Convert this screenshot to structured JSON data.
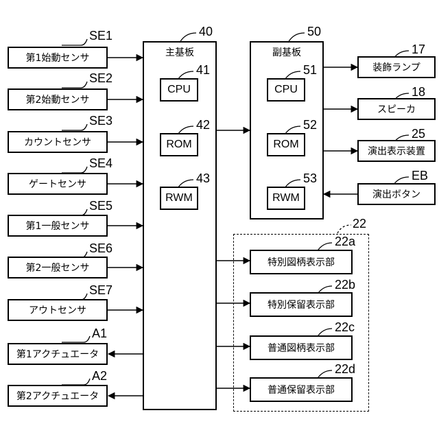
{
  "sensors": [
    {
      "label": "第1始動センサ",
      "ref": "SE1"
    },
    {
      "label": "第2始動センサ",
      "ref": "SE2"
    },
    {
      "label": "カウントセンサ",
      "ref": "SE3"
    },
    {
      "label": "ゲートセンサ",
      "ref": "SE4"
    },
    {
      "label": "第1一般センサ",
      "ref": "SE5"
    },
    {
      "label": "第2一般センサ",
      "ref": "SE6"
    },
    {
      "label": "アウトセンサ",
      "ref": "SE7"
    }
  ],
  "actuators": [
    {
      "label": "第1アクチュエータ",
      "ref": "A1"
    },
    {
      "label": "第2アクチュエータ",
      "ref": "A2"
    }
  ],
  "main_board": {
    "title": "主基板",
    "ref": "40",
    "cpu": {
      "label": "CPU",
      "ref": "41"
    },
    "rom": {
      "label": "ROM",
      "ref": "42"
    },
    "rwm": {
      "label": "RWM",
      "ref": "43"
    }
  },
  "sub_board": {
    "title": "副基板",
    "ref": "50",
    "cpu": {
      "label": "CPU",
      "ref": "51"
    },
    "rom": {
      "label": "ROM",
      "ref": "52"
    },
    "rwm": {
      "label": "RWM",
      "ref": "53"
    }
  },
  "outputs": [
    {
      "label": "装飾ランプ",
      "ref": "17"
    },
    {
      "label": "スピーカ",
      "ref": "18"
    },
    {
      "label": "演出表示装置",
      "ref": "25"
    }
  ],
  "effect_button": {
    "label": "演出ボタン",
    "ref": "EB"
  },
  "display_group": {
    "ref": "22",
    "items": [
      {
        "label": "特別図柄表示部",
        "ref": "22a"
      },
      {
        "label": "特別保留表示部",
        "ref": "22b"
      },
      {
        "label": "普通図柄表示部",
        "ref": "22c"
      },
      {
        "label": "普通保留表示部",
        "ref": "22d"
      }
    ]
  }
}
